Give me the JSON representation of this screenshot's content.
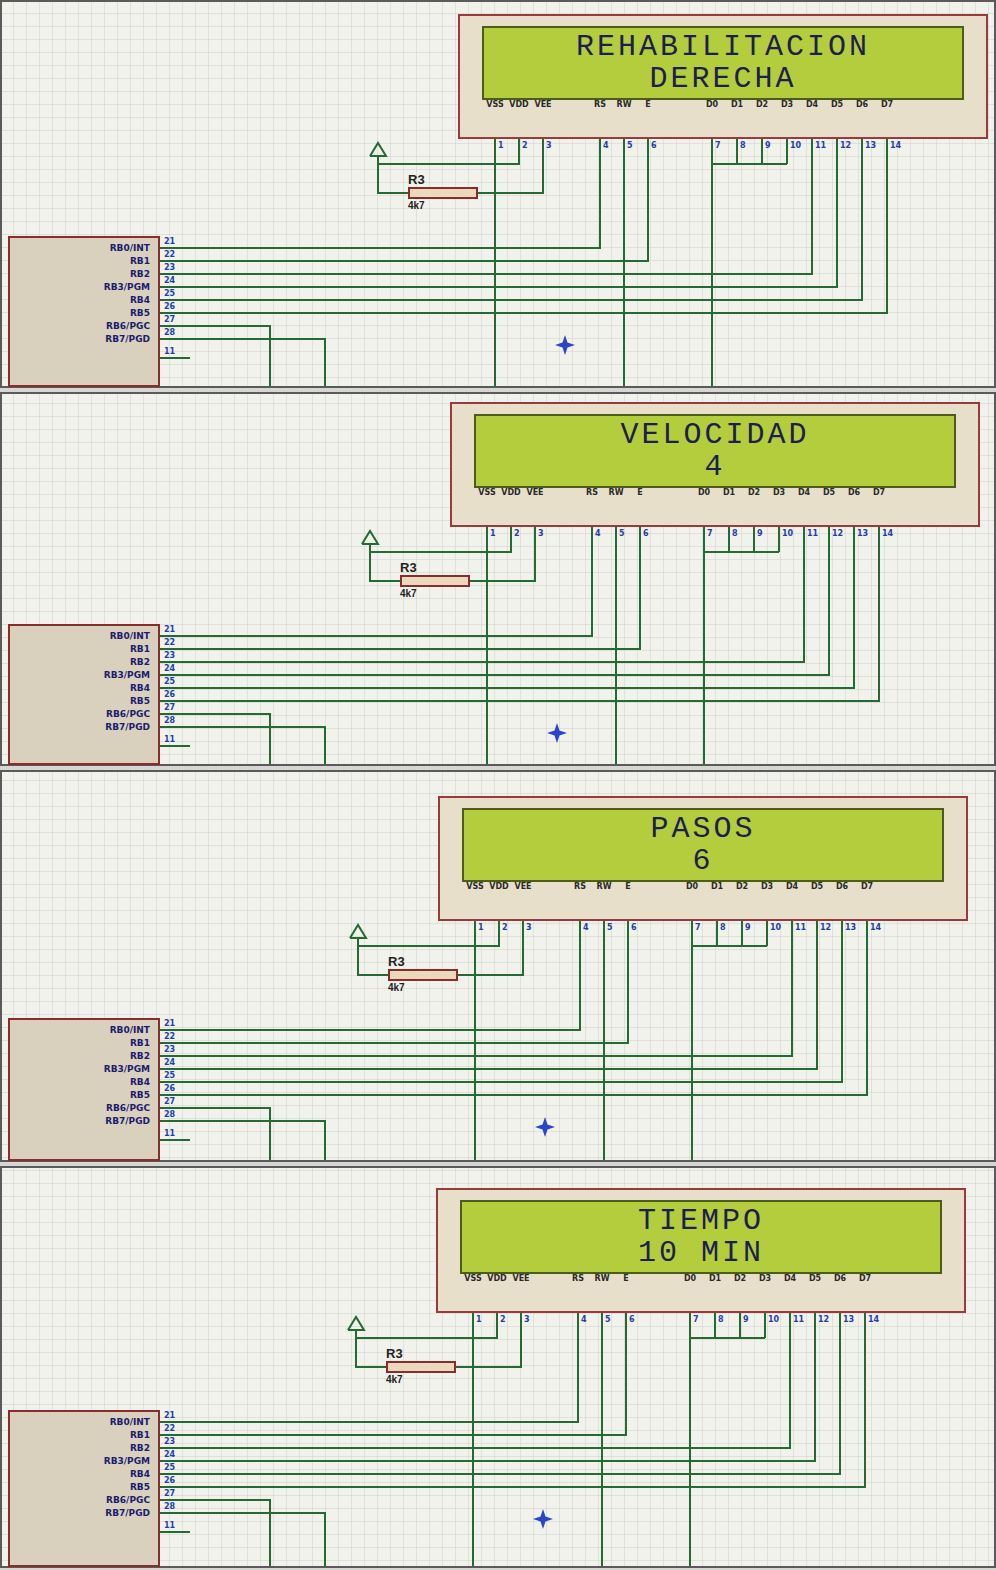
{
  "diagram": {
    "nodes": [
      {
        "text": [
          "VSS",
          "VDD",
          "VEE",
          "RS",
          "RW",
          "E",
          "D0",
          "D1",
          "D2",
          "D3",
          "D4",
          "D5",
          "D6",
          "D7"
        ]
      },
      {
        "text": [
          "REHABILITACION",
          "DERECHA"
        ],
        "in": 0
      },
      {
        "text": [
          "R3",
          "4k7"
        ]
      },
      {
        "text": [
          "RB0/INT",
          "RB1",
          "RB2",
          "RB3/PGM",
          "RB4",
          "RB5",
          "RB6/PGC",
          "RB7/PGD"
        ]
      },
      {
        "text": [
          "VSS",
          "VDD",
          "VEE",
          "RS",
          "RW",
          "E",
          "D0",
          "D1",
          "D2",
          "D3",
          "D4",
          "D5",
          "D6",
          "D7"
        ]
      },
      {
        "text": [
          "VELOCIDAD",
          "4"
        ],
        "in": 4
      },
      {
        "text": [
          "R3",
          "4k7"
        ]
      },
      {
        "text": [
          "RB0/INT",
          "RB1",
          "RB2",
          "RB3/PGM",
          "RB4",
          "RB5",
          "RB6/PGC",
          "RB7/PGD"
        ]
      },
      {
        "text": [
          "VSS",
          "VDD",
          "VEE",
          "RS",
          "RW",
          "E",
          "D0",
          "D1",
          "D2",
          "D3",
          "D4",
          "D5",
          "D6",
          "D7"
        ]
      },
      {
        "text": [
          "PASOS",
          "6"
        ],
        "in": 8
      },
      {
        "text": [
          "R3",
          "4k7"
        ]
      },
      {
        "text": [
          "RB0/INT",
          "RB1",
          "RB2",
          "RB3/PGM",
          "RB4",
          "RB5",
          "RB6/PGC",
          "RB7/PGD"
        ]
      },
      {
        "text": [
          "VSS",
          "VDD",
          "VEE",
          "RS",
          "RW",
          "E",
          "D0",
          "D1",
          "D2",
          "D3",
          "D4",
          "D5",
          "D6",
          "D7"
        ]
      },
      {
        "text": [
          "TIEMPO",
          "10 MIN"
        ],
        "in": 12
      },
      {
        "text": [
          "R3",
          "4k7"
        ]
      },
      {
        "text": [
          "RB0/INT",
          "RB1",
          "RB2",
          "RB3/PGM",
          "RB4",
          "RB5",
          "RB6/PGC",
          "RB7/PGD"
        ]
      }
    ],
    "edges": [
      {
        "from": 2,
        "to": 0,
        "arrow": "none"
      },
      {
        "from": 3,
        "to": 0,
        "arrow": "none"
      },
      {
        "from": 6,
        "to": 4,
        "arrow": "none"
      },
      {
        "from": 7,
        "to": 4,
        "arrow": "none"
      },
      {
        "from": 10,
        "to": 8,
        "arrow": "none"
      },
      {
        "from": 11,
        "to": 8,
        "arrow": "none"
      },
      {
        "from": 14,
        "to": 12,
        "arrow": "none"
      },
      {
        "from": 15,
        "to": 12,
        "arrow": "none"
      }
    ],
    "labels": [
      "1",
      "2",
      "3",
      "4",
      "5",
      "6",
      "7",
      "8",
      "9",
      "10",
      "11",
      "12",
      "13",
      "14",
      "21",
      "22",
      "23",
      "24",
      "25",
      "26",
      "27",
      "28",
      "11",
      "1",
      "2",
      "3",
      "4",
      "5",
      "6",
      "7",
      "8",
      "9",
      "10",
      "11",
      "12",
      "13",
      "14",
      "21",
      "22",
      "23",
      "24",
      "25",
      "26",
      "27",
      "28",
      "11",
      "1",
      "2",
      "3",
      "4",
      "5",
      "6",
      "7",
      "8",
      "9",
      "10",
      "11",
      "12",
      "13",
      "14",
      "21",
      "22",
      "23",
      "24",
      "25",
      "26",
      "27",
      "28",
      "11",
      "1",
      "2",
      "3",
      "4",
      "5",
      "6",
      "7",
      "8",
      "9",
      "10",
      "11",
      "12",
      "13",
      "14",
      "21",
      "22",
      "23",
      "24",
      "25",
      "26",
      "27",
      "28",
      "11"
    ]
  }
}
